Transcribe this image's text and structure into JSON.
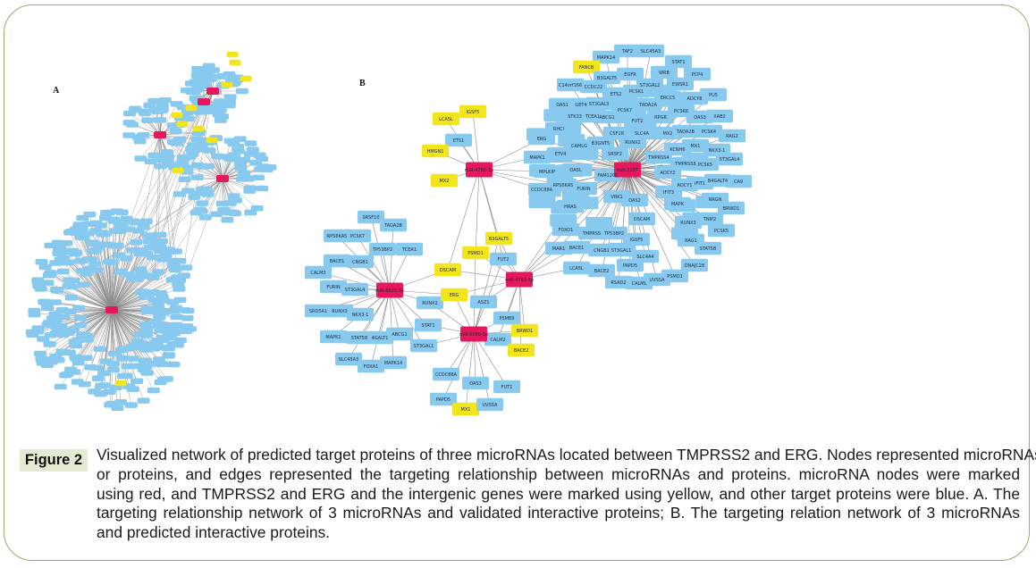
{
  "figure": {
    "label": "Figure 2",
    "panel_a_label": "A",
    "panel_b_label": "B",
    "caption_lines": [
      "Visualized network of predicted target proteins of three microRNAs located between TMPRSS2 and ERG. Nodes represented microRNAs",
      "or proteins, and edges represented the targeting relationship between microRNAs and proteins. microRNA nodes were marked",
      "using red, and TMPRSS2 and ERG and the intergenic genes were marked using yellow, and other target proteins were blue. A. The",
      "targeting relationship network of 3 microRNAs and validated interactive proteins; B. The targeting relation network of 3 microRNAs",
      "and predicted interactive proteins."
    ]
  },
  "colors": {
    "mirna": "#e5175f",
    "intergenic": "#f2e51b",
    "protein": "#88c9ef",
    "edge": "#8a8a8a",
    "frame": "#8db06a"
  },
  "panel_b": {
    "mirnas": [
      {
        "id": "m4760",
        "label": "miR-4760-3p"
      },
      {
        "id": "m3197",
        "label": "miR-3197"
      },
      {
        "id": "m6820",
        "label": "miR-6820-3p"
      },
      {
        "id": "m4763",
        "label": "miR-4763-5p"
      },
      {
        "id": "m6089",
        "label": "miR-6089-5p"
      }
    ],
    "nodes": [
      {
        "label": "SRSF10",
        "type": "protein",
        "links": [
          "m6820"
        ]
      },
      {
        "label": "TADA2B",
        "type": "protein",
        "links": [
          "m6820"
        ]
      },
      {
        "label": "RPS6KA5",
        "type": "protein",
        "links": [
          "m6820"
        ]
      },
      {
        "label": "PCSK7",
        "type": "protein",
        "links": [
          "m6820"
        ]
      },
      {
        "label": "TP53BP2",
        "type": "protein",
        "links": [
          "m6820"
        ]
      },
      {
        "label": "TCEA1",
        "type": "protein",
        "links": [
          "m6820"
        ]
      },
      {
        "label": "BACE1",
        "type": "protein",
        "links": [
          "m6820"
        ]
      },
      {
        "label": "CNGB1",
        "type": "protein",
        "links": [
          "m6820"
        ]
      },
      {
        "label": "CALM3",
        "type": "protein",
        "links": [
          "m6820"
        ]
      },
      {
        "label": "FURIN",
        "type": "protein",
        "links": [
          "m6820"
        ]
      },
      {
        "label": "ST3GAL4",
        "type": "protein",
        "links": [
          "m6820"
        ]
      },
      {
        "label": "SRD5A1",
        "type": "protein",
        "links": [
          "m6820"
        ]
      },
      {
        "label": "RUNX3",
        "type": "protein",
        "links": [
          "m6820"
        ]
      },
      {
        "label": "NKX3-1",
        "type": "protein",
        "links": [
          "m6820"
        ]
      },
      {
        "label": "MAPK1",
        "type": "protein",
        "links": [
          "m6820"
        ]
      },
      {
        "label": "STAT5B",
        "type": "protein",
        "links": [
          "m6820"
        ]
      },
      {
        "label": "4GALT1",
        "type": "protein",
        "links": [
          "m6820"
        ]
      },
      {
        "label": "ABCG1",
        "type": "protein",
        "links": [
          "m6820"
        ]
      },
      {
        "label": "SLC45A3",
        "type": "protein",
        "links": [
          "m6820"
        ]
      },
      {
        "label": "FOXA1",
        "type": "protein",
        "links": [
          "m6820"
        ]
      },
      {
        "label": "MAPK14",
        "type": "protein",
        "links": [
          "m6820"
        ]
      },
      {
        "label": "RUNX2",
        "type": "protein",
        "links": [
          "m6820",
          "m6089"
        ]
      },
      {
        "label": "STAT1",
        "type": "protein",
        "links": [
          "m6820",
          "m6089"
        ]
      },
      {
        "label": "ST3GAL1",
        "type": "protein",
        "links": [
          "m6820",
          "m6089"
        ]
      },
      {
        "label": "DSCAM",
        "type": "intergenic",
        "links": [
          "m6820",
          "m4763",
          "m4760"
        ]
      },
      {
        "label": "ERG",
        "type": "intergenic",
        "links": [
          "m6820",
          "m4763",
          "m6089"
        ]
      },
      {
        "label": "PSMD1",
        "type": "intergenic",
        "links": [
          "m4763",
          "m6089",
          "m4760"
        ]
      },
      {
        "label": "B3GALT5",
        "type": "intergenic",
        "links": [
          "m4763",
          "m6089",
          "m4760"
        ]
      },
      {
        "label": "FUT2",
        "type": "protein",
        "links": [
          "m4763",
          "m6089",
          "m4760"
        ]
      },
      {
        "label": "ASZ1",
        "type": "protein",
        "links": [
          "m4763",
          "m6089"
        ]
      },
      {
        "label": "PSMB9",
        "type": "protein",
        "links": [
          "m4763",
          "m6089"
        ]
      },
      {
        "label": "CALM2",
        "type": "protein",
        "links": [
          "m4763",
          "m6089"
        ]
      },
      {
        "label": "BRWD1",
        "type": "intergenic",
        "links": [
          "m4763",
          "m6089"
        ]
      },
      {
        "label": "BACE2",
        "type": "intergenic",
        "links": [
          "m4763"
        ]
      },
      {
        "label": "CCDC88A",
        "type": "protein",
        "links": [
          "m6089"
        ]
      },
      {
        "label": "OAS3",
        "type": "protein",
        "links": [
          "m6089"
        ]
      },
      {
        "label": "FUT1",
        "type": "protein",
        "links": [
          "m6089"
        ]
      },
      {
        "label": "PAPD5",
        "type": "protein",
        "links": [
          "m6089"
        ]
      },
      {
        "label": "MX1",
        "type": "intergenic",
        "links": [
          "m6089"
        ]
      },
      {
        "label": "UVSSA",
        "type": "protein",
        "links": [
          "m6089"
        ]
      },
      {
        "label": "LCA5L",
        "type": "intergenic",
        "links": [
          "m4760"
        ]
      },
      {
        "label": "IGSF5",
        "type": "intergenic",
        "links": [
          "m4760"
        ]
      },
      {
        "label": "ETS1",
        "type": "protein",
        "links": [
          "m4760"
        ]
      },
      {
        "label": "HMGN1",
        "type": "intergenic",
        "links": [
          "m4760"
        ]
      },
      {
        "label": "MX2",
        "type": "intergenic",
        "links": [
          "m4760"
        ]
      },
      {
        "label": "OAS1",
        "type": "protein",
        "links": [
          "m3197"
        ]
      },
      {
        "label": "RHCI",
        "type": "protein",
        "links": [
          "m3197"
        ]
      },
      {
        "label": "ERG",
        "type": "protein",
        "links": [
          "m3197",
          "m4760"
        ]
      },
      {
        "label": "ETV4",
        "type": "protein",
        "links": [
          "m3197"
        ]
      },
      {
        "label": "MAPK1",
        "type": "protein",
        "links": [
          "m3197",
          "m4760"
        ]
      },
      {
        "label": "MPLKIP",
        "type": "protein",
        "links": [
          "m3197",
          "m4760"
        ]
      },
      {
        "label": "RPS6KA5",
        "type": "protein",
        "links": [
          "m3197",
          "m4760"
        ]
      },
      {
        "label": "CCDC88A",
        "type": "protein",
        "links": [
          "m3197",
          "m4760"
        ]
      },
      {
        "label": "MAPK14",
        "type": "protein",
        "links": [
          "m3197"
        ]
      },
      {
        "label": "TAF2",
        "type": "protein",
        "links": [
          "m3197"
        ]
      },
      {
        "label": "SLC45A3",
        "type": "protein",
        "links": [
          "m3197"
        ]
      },
      {
        "label": "FANCB",
        "type": "intergenic",
        "links": [
          "m3197"
        ]
      },
      {
        "label": "STAT1",
        "type": "protein",
        "links": [
          "m3197"
        ]
      },
      {
        "label": "PCP4",
        "type": "protein",
        "links": [
          "m3197"
        ]
      },
      {
        "label": "WRB",
        "type": "protein",
        "links": [
          "m3197"
        ]
      },
      {
        "label": "B3GALT5",
        "type": "protein",
        "links": [
          "m3197"
        ]
      },
      {
        "label": "EGFR",
        "type": "protein",
        "links": [
          "m3197"
        ]
      },
      {
        "label": "C14orf166",
        "type": "protein",
        "links": [
          "m3197"
        ]
      },
      {
        "label": "CCDC22",
        "type": "protein",
        "links": [
          "m3197"
        ]
      },
      {
        "label": "ST3GAL2",
        "type": "protein",
        "links": [
          "m3197"
        ]
      },
      {
        "label": "EWSR1",
        "type": "protein",
        "links": [
          "m3197"
        ]
      },
      {
        "label": "ETS2",
        "type": "protein",
        "links": [
          "m3197"
        ]
      },
      {
        "label": "PCSK1",
        "type": "protein",
        "links": [
          "m3197"
        ]
      },
      {
        "label": "ERCC5",
        "type": "protein",
        "links": [
          "m3197"
        ]
      },
      {
        "label": "ADCY8",
        "type": "protein",
        "links": [
          "m3197"
        ]
      },
      {
        "label": "PU5",
        "type": "protein",
        "links": [
          "m3197"
        ]
      },
      {
        "label": "GET4",
        "type": "protein",
        "links": [
          "m3197"
        ]
      },
      {
        "label": "ST3GAL3",
        "type": "protein",
        "links": [
          "m3197"
        ]
      },
      {
        "label": "PCSK7",
        "type": "protein",
        "links": [
          "m3197"
        ]
      },
      {
        "label": "TADA2A",
        "type": "protein",
        "links": [
          "m3197"
        ]
      },
      {
        "label": "PCSK6",
        "type": "protein",
        "links": [
          "m3197"
        ]
      },
      {
        "label": "OAS3",
        "type": "protein",
        "links": [
          "m3197"
        ]
      },
      {
        "label": "XAB2",
        "type": "protein",
        "links": [
          "m3197"
        ]
      },
      {
        "label": "ABCG1",
        "type": "protein",
        "links": [
          "m3197"
        ]
      },
      {
        "label": "FUT2",
        "type": "protein",
        "links": [
          "m3197"
        ]
      },
      {
        "label": "RPGR",
        "type": "protein",
        "links": [
          "m3197"
        ]
      },
      {
        "label": "STK33",
        "type": "protein",
        "links": [
          "m3197"
        ]
      },
      {
        "label": "TCEA1",
        "type": "protein",
        "links": [
          "m3197"
        ]
      },
      {
        "label": "CSF1R",
        "type": "protein",
        "links": [
          "m3197"
        ]
      },
      {
        "label": "SLC4A",
        "type": "protein",
        "links": [
          "m3197"
        ]
      },
      {
        "label": "MX2",
        "type": "protein",
        "links": [
          "m3197"
        ]
      },
      {
        "label": "TADA2B",
        "type": "protein",
        "links": [
          "m3197"
        ]
      },
      {
        "label": "PCSK4",
        "type": "protein",
        "links": [
          "m3197"
        ]
      },
      {
        "label": "RAG2",
        "type": "protein",
        "links": [
          "m3197"
        ]
      },
      {
        "label": "CAMLG",
        "type": "protein",
        "links": [
          "m3197"
        ]
      },
      {
        "label": "B3GNT5",
        "type": "protein",
        "links": [
          "m3197"
        ]
      },
      {
        "label": "RUNX2",
        "type": "protein",
        "links": [
          "m3197"
        ]
      },
      {
        "label": "KCNH6",
        "type": "protein",
        "links": [
          "m3197"
        ]
      },
      {
        "label": "MX1",
        "type": "protein",
        "links": [
          "m3197"
        ]
      },
      {
        "label": "NKX3-1",
        "type": "protein",
        "links": [
          "m3197"
        ]
      },
      {
        "label": "SRSF2",
        "type": "protein",
        "links": [
          "m3197"
        ]
      },
      {
        "label": "TMPRSS4",
        "type": "protein",
        "links": [
          "m3197"
        ]
      },
      {
        "label": "ST3GAL4",
        "type": "protein",
        "links": [
          "m3197"
        ]
      },
      {
        "label": "OASL",
        "type": "protein",
        "links": [
          "m3197"
        ]
      },
      {
        "label": "FAM120C",
        "type": "protein",
        "links": [
          "m3197"
        ]
      },
      {
        "label": "TMPRSS5",
        "type": "protein",
        "links": [
          "m3197"
        ]
      },
      {
        "label": "PCSK5",
        "type": "protein",
        "links": [
          "m3197"
        ]
      },
      {
        "label": "ADCY2",
        "type": "protein",
        "links": [
          "m3197"
        ]
      },
      {
        "label": "FURIN",
        "type": "protein",
        "links": [
          "m3197"
        ]
      },
      {
        "label": "B4GALT4",
        "type": "protein",
        "links": [
          "m3197"
        ]
      },
      {
        "label": "CA9",
        "type": "protein",
        "links": [
          "m3197"
        ]
      },
      {
        "label": "ADCY1",
        "type": "protein",
        "links": [
          "m3197"
        ]
      },
      {
        "label": "IFIT1",
        "type": "protein",
        "links": [
          "m3197"
        ]
      },
      {
        "label": "IFIT3",
        "type": "protein",
        "links": [
          "m3197"
        ]
      },
      {
        "label": "VRK1",
        "type": "protein",
        "links": [
          "m3197"
        ]
      },
      {
        "label": "OAS2",
        "type": "protein",
        "links": [
          "m3197"
        ]
      },
      {
        "label": "MAPK",
        "type": "protein",
        "links": [
          "m3197"
        ]
      },
      {
        "label": "NRGN",
        "type": "protein",
        "links": [
          "m3197"
        ]
      },
      {
        "label": "BRWD1",
        "type": "protein",
        "links": [
          "m3197"
        ]
      },
      {
        "label": "TNIP2",
        "type": "protein",
        "links": [
          "m3197"
        ]
      },
      {
        "label": "RUNX3",
        "type": "protein",
        "links": [
          "m3197"
        ]
      },
      {
        "label": "HRAS",
        "type": "protein",
        "links": [
          "m3197",
          "m4763"
        ]
      },
      {
        "label": "DSCAM",
        "type": "protein",
        "links": [
          "m3197"
        ]
      },
      {
        "label": "FOXO1",
        "type": "protein",
        "links": [
          "m3197",
          "m4763"
        ]
      },
      {
        "label": "TMPRSS",
        "type": "protein",
        "links": [
          "m3197"
        ]
      },
      {
        "label": "TP53BP2",
        "type": "protein",
        "links": [
          "m3197"
        ]
      },
      {
        "label": "IGSF5",
        "type": "protein",
        "links": [
          "m3197"
        ]
      },
      {
        "label": "PCSK5",
        "type": "protein",
        "links": [
          "m3197"
        ]
      },
      {
        "label": "RAG1",
        "type": "protein",
        "links": [
          "m3197"
        ]
      },
      {
        "label": "STAT5B",
        "type": "protein",
        "links": [
          "m3197"
        ]
      },
      {
        "label": "MAR1",
        "type": "protein",
        "links": [
          "m3197",
          "m4763"
        ]
      },
      {
        "label": "BACE1",
        "type": "protein",
        "links": [
          "m3197",
          "m4763"
        ]
      },
      {
        "label": "CNGB1",
        "type": "protein",
        "links": [
          "m3197"
        ]
      },
      {
        "label": "ST3GAL1",
        "type": "protein",
        "links": [
          "m3197"
        ]
      },
      {
        "label": "SLC4A4",
        "type": "protein",
        "links": [
          "m3197"
        ]
      },
      {
        "label": "LCA5L",
        "type": "protein",
        "links": [
          "m3197",
          "m4763"
        ]
      },
      {
        "label": "BACE2",
        "type": "protein",
        "links": [
          "m3197"
        ]
      },
      {
        "label": "PAPD5",
        "type": "protein",
        "links": [
          "m3197"
        ]
      },
      {
        "label": "DNAJC28",
        "type": "protein",
        "links": [
          "m3197"
        ]
      },
      {
        "label": "RSAD2",
        "type": "protein",
        "links": [
          "m3197"
        ]
      },
      {
        "label": "CALML",
        "type": "protein",
        "links": [
          "m3197"
        ]
      },
      {
        "label": "UVSSA",
        "type": "protein",
        "links": [
          "m3197"
        ]
      },
      {
        "label": "PSMD1",
        "type": "protein",
        "links": [
          "m3197"
        ]
      }
    ]
  }
}
